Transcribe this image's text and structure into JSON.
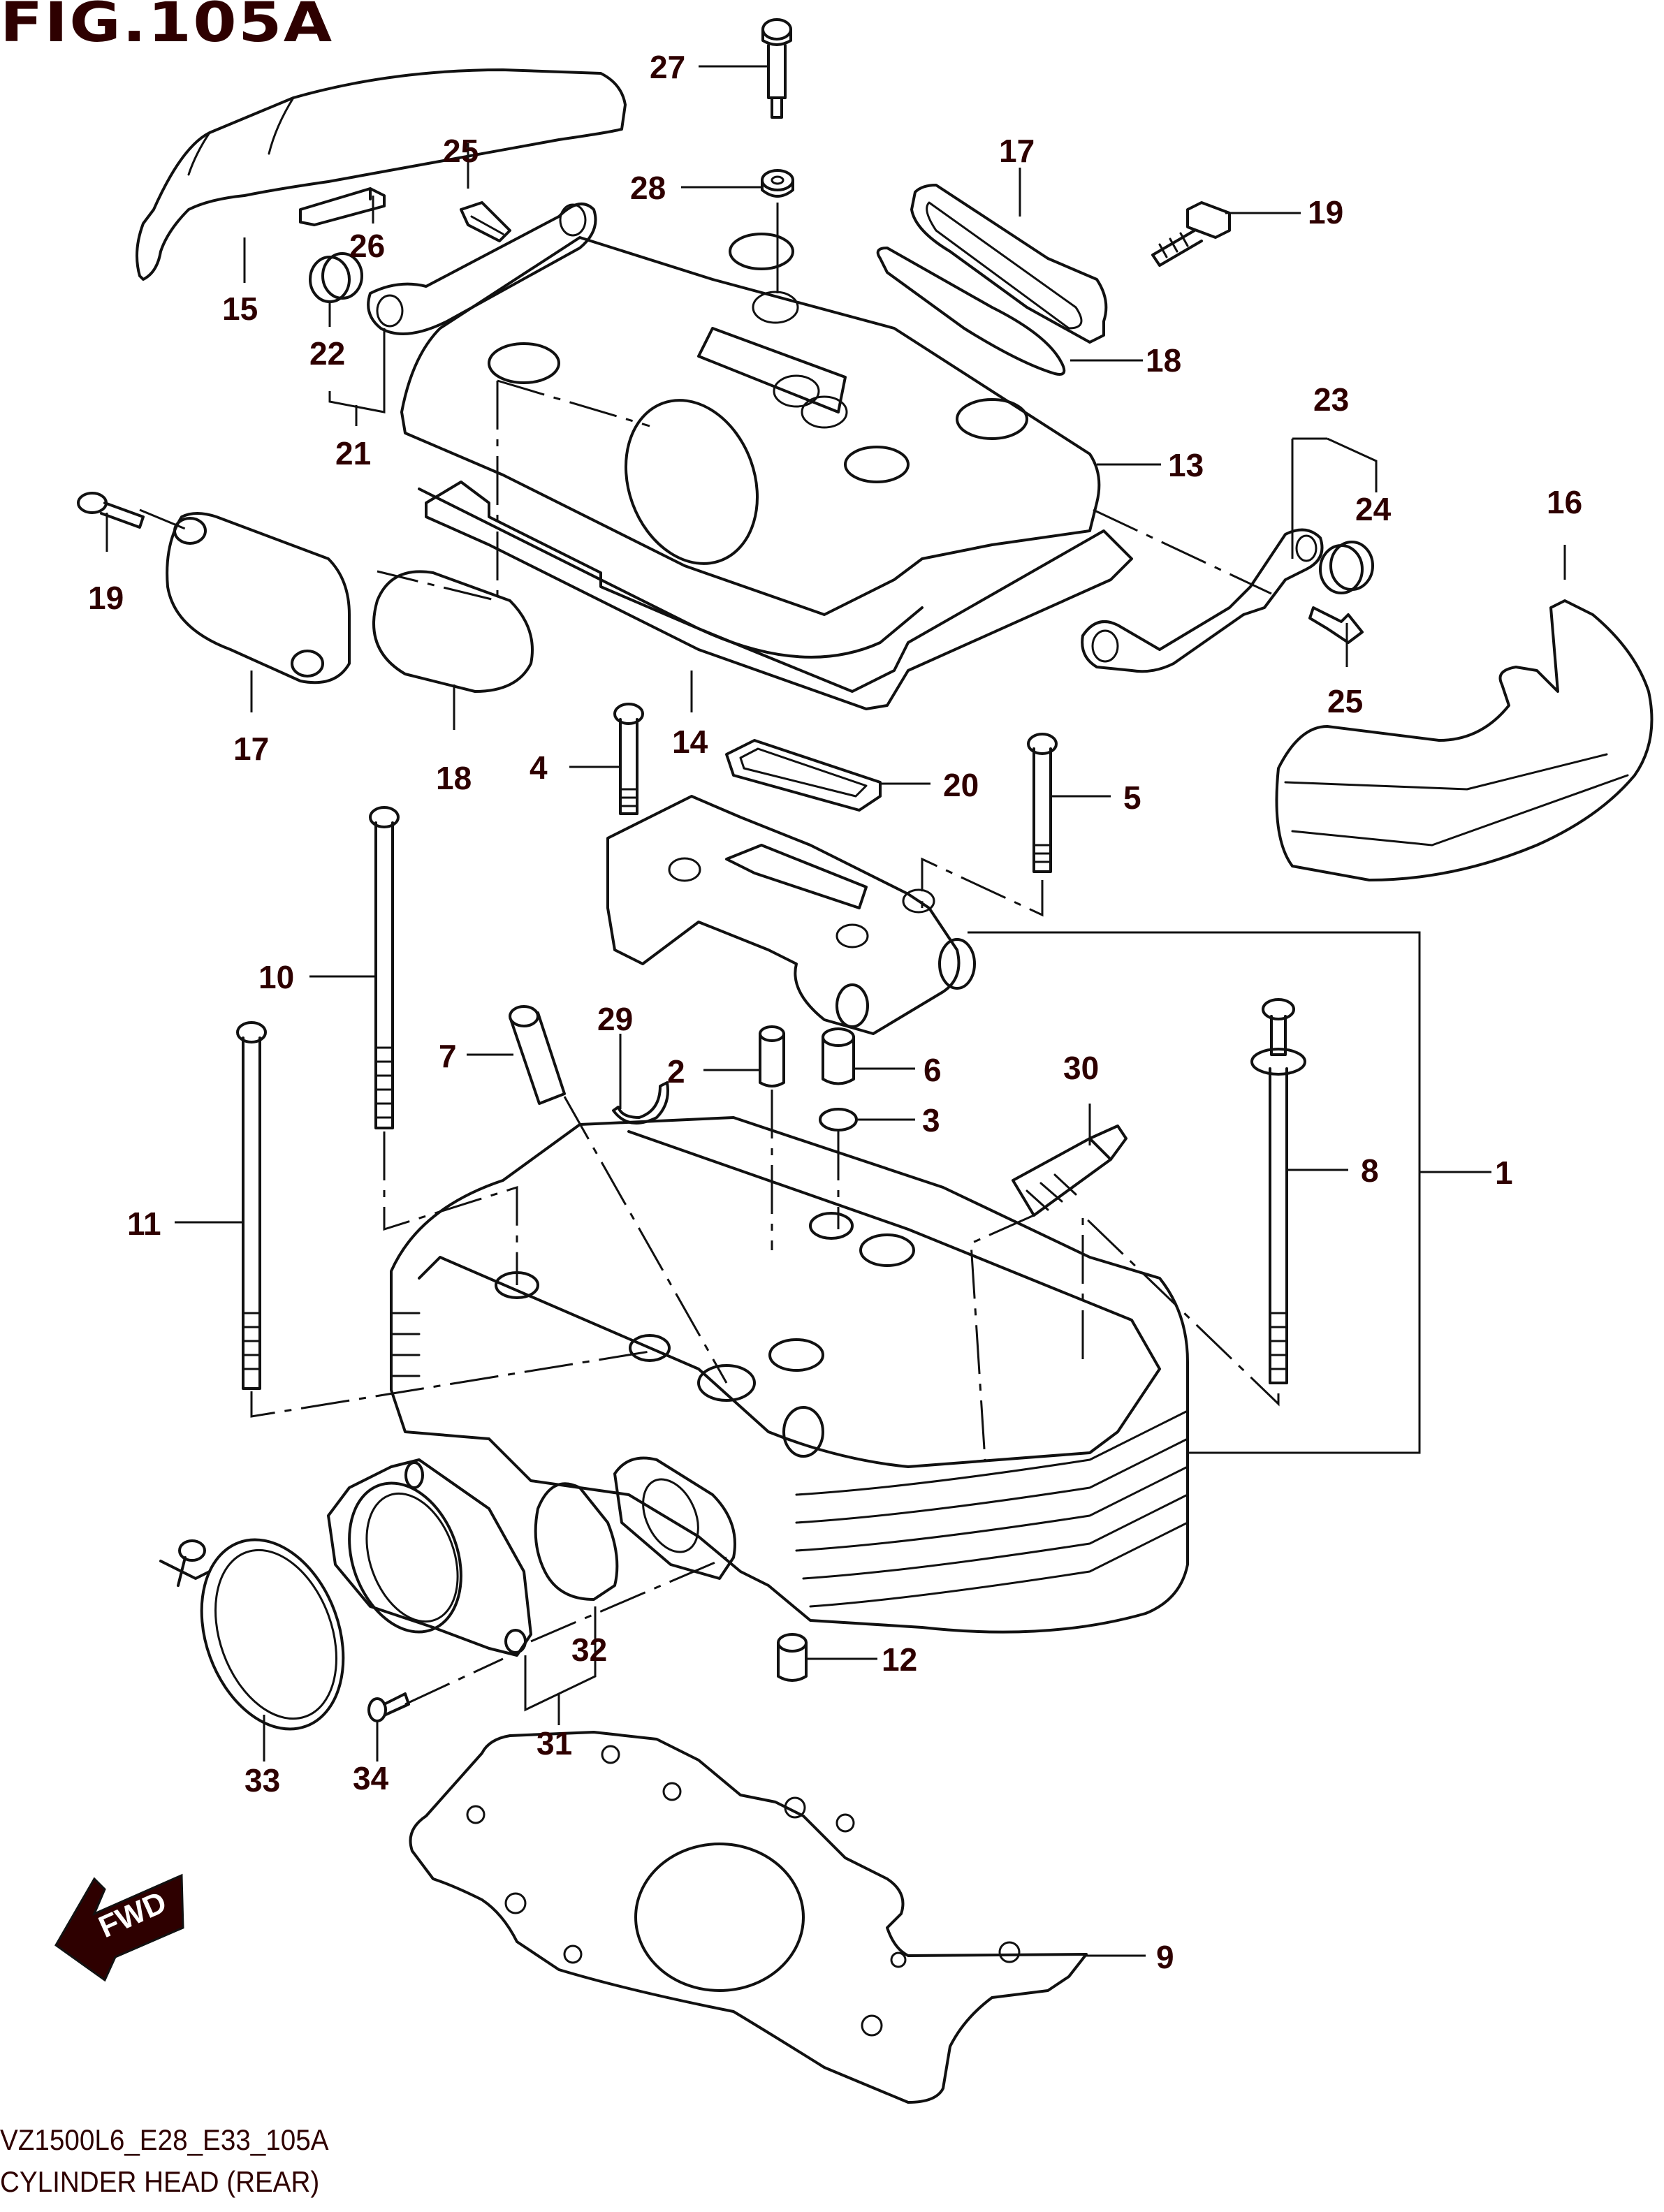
{
  "figure": {
    "title": "FIG.105A",
    "code": "VZ1500L6_E28_E33_105A",
    "name": "CYLINDER HEAD (REAR)",
    "direction_badge": "FWD",
    "ink_color": "#2e0000"
  },
  "callouts": [
    {
      "num": "1",
      "part": "cylinder-head-assy"
    },
    {
      "num": "2",
      "part": "dowel-pin"
    },
    {
      "num": "3",
      "part": "o-ring"
    },
    {
      "num": "4",
      "part": "bolt"
    },
    {
      "num": "5",
      "part": "bolt"
    },
    {
      "num": "6",
      "part": "dowel-pin"
    },
    {
      "num": "7",
      "part": "stud-bolt"
    },
    {
      "num": "8",
      "part": "bolt"
    },
    {
      "num": "9",
      "part": "cylinder-head-gasket"
    },
    {
      "num": "10",
      "part": "bolt"
    },
    {
      "num": "11",
      "part": "bolt"
    },
    {
      "num": "12",
      "part": "dowel-pin"
    },
    {
      "num": "13",
      "part": "cylinder-head-cover"
    },
    {
      "num": "14",
      "part": "cover-gasket"
    },
    {
      "num": "15",
      "part": "cover-trim"
    },
    {
      "num": "16",
      "part": "cover-trim"
    },
    {
      "num": "17",
      "part": "cap-cover"
    },
    {
      "num": "17",
      "part": "cap-cover"
    },
    {
      "num": "18",
      "part": "gasket"
    },
    {
      "num": "18",
      "part": "gasket"
    },
    {
      "num": "19",
      "part": "bolt"
    },
    {
      "num": "19",
      "part": "bolt"
    },
    {
      "num": "20",
      "part": "gasket"
    },
    {
      "num": "21",
      "part": "bracket-assy"
    },
    {
      "num": "22",
      "part": "cushion"
    },
    {
      "num": "23",
      "part": "bracket-assy"
    },
    {
      "num": "24",
      "part": "cushion"
    },
    {
      "num": "25",
      "part": "screw"
    },
    {
      "num": "25",
      "part": "screw"
    },
    {
      "num": "26",
      "part": "cushion"
    },
    {
      "num": "27",
      "part": "bolt"
    },
    {
      "num": "28",
      "part": "cushion"
    },
    {
      "num": "29",
      "part": "clip"
    },
    {
      "num": "30",
      "part": "spark-plug"
    },
    {
      "num": "31",
      "part": "intake-pipe-assy"
    },
    {
      "num": "32",
      "part": "o-ring"
    },
    {
      "num": "33",
      "part": "clamp"
    },
    {
      "num": "34",
      "part": "screw"
    }
  ]
}
